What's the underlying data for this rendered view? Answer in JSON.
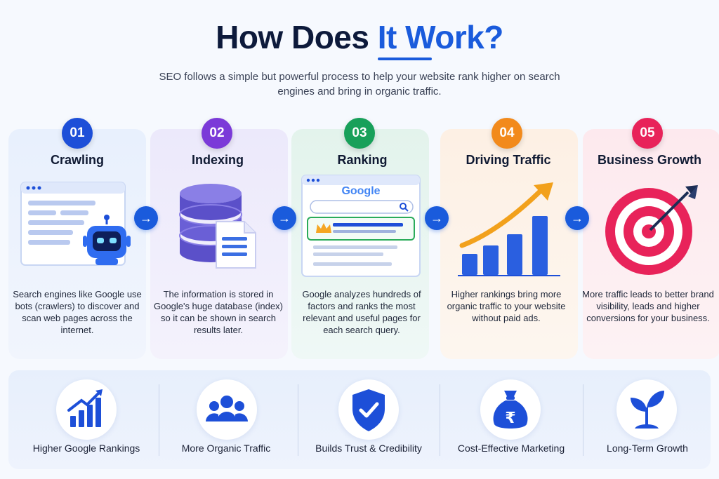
{
  "header": {
    "title_main": "How Does",
    "title_accent": "It Work?",
    "subtitle": "SEO follows a simple but powerful process to help your website rank higher on search engines and bring in organic traffic."
  },
  "colors": {
    "accent": "#1a5bdc",
    "step1": "#1d4fd8",
    "step2": "#7b3ad8",
    "step3": "#18a05a",
    "step4": "#f28a1c",
    "step5": "#e8235a"
  },
  "steps": [
    {
      "number": "01",
      "title": "Crawling",
      "description": "Search engines like Google use bots (crawlers) to discover and scan web pages across the internet.",
      "icon": "robot-browser-icon"
    },
    {
      "number": "02",
      "title": "Indexing",
      "description": "The information is stored in Google's huge database (index) so it can be shown in search results later.",
      "icon": "database-icon"
    },
    {
      "number": "03",
      "title": "Ranking",
      "description": "Google analyzes hundreds of factors and ranks the most relevant and useful pages for each search query.",
      "icon": "search-results-icon",
      "search_logo": "Google"
    },
    {
      "number": "04",
      "title": "Driving Traffic",
      "description": "Higher rankings bring more organic traffic to your website without paid ads.",
      "icon": "growth-chart-icon"
    },
    {
      "number": "05",
      "title": "Business Growth",
      "description": "More traffic leads to better brand visibility, leads and higher conversions for your business.",
      "icon": "target-icon"
    }
  ],
  "benefits": [
    {
      "label": "Higher Google Rankings",
      "icon": "bar-chart-icon"
    },
    {
      "label": "More Organic Traffic",
      "icon": "users-icon"
    },
    {
      "label": "Builds Trust & Credibility",
      "icon": "shield-check-icon"
    },
    {
      "label": "Cost-Effective Marketing",
      "icon": "money-bag-icon",
      "symbol": "₹"
    },
    {
      "label": "Long-Term Growth",
      "icon": "sprout-icon"
    }
  ],
  "arrow_glyph": "→"
}
